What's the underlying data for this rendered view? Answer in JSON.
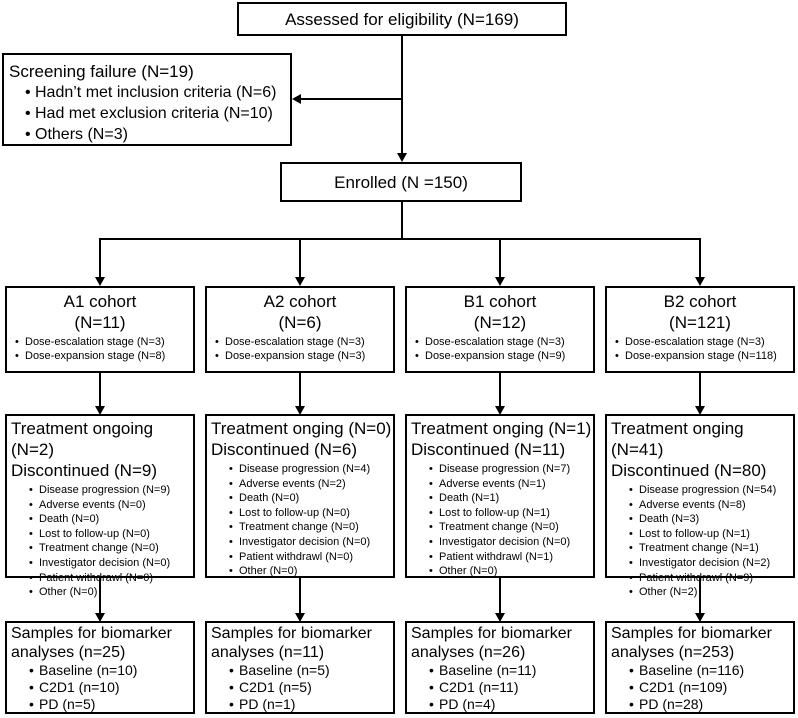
{
  "eligibility": "Assessed for eligibility (N=169)",
  "screening": {
    "title": "Screening failure (N=19)",
    "items": [
      "Hadn’t met inclusion criteria (N=6)",
      "Had met exclusion criteria (N=10)",
      "Others (N=3)"
    ]
  },
  "enrolled": "Enrolled (N =150)",
  "cohorts": [
    {
      "name": "A1 cohort",
      "n": "(N=11)",
      "stages": [
        "Dose-escalation stage (N=3)",
        "Dose-expansion stage (N=8)"
      ],
      "ongoing": "Treatment ongoing (N=2)",
      "discontinued": "Discontinued (N=9)",
      "reasons": [
        "Disease progression (N=9)",
        "Adverse events (N=0)",
        "Death (N=0)",
        "Lost to follow-up (N=0)",
        "Treatment change  (N=0)",
        "Investigator decision (N=0)",
        "Patient withdrawl (N=0)",
        "Other (N=0)"
      ],
      "samples_line1": "Samples for biomarker",
      "samples_line2": "analyses (n=25)",
      "samples": [
        "Baseline (n=10)",
        "C2D1 (n=10)",
        "PD (n=5)"
      ]
    },
    {
      "name": "A2 cohort",
      "n": "(N=6)",
      "stages": [
        "Dose-escalation stage (N=3)",
        "Dose-expansion stage (N=3)"
      ],
      "ongoing": "Treatment onging (N=0)",
      "discontinued": "Discontinued (N=6)",
      "reasons": [
        "Disease progression (N=4)",
        "Adverse events (N=2)",
        "Death (N=0)",
        "Lost to follow-up (N=0)",
        "Treatment change  (N=0)",
        "Investigator decision (N=0)",
        "Patient withdrawl (N=0)",
        "Other (N=0)"
      ],
      "samples_line1": "Samples for biomarker",
      "samples_line2": "analyses (n=11)",
      "samples": [
        "Baseline (n=5)",
        "C2D1 (n=5)",
        "PD (n=1)"
      ]
    },
    {
      "name": "B1 cohort",
      "n": "(N=12)",
      "stages": [
        "Dose-escalation stage (N=3)",
        "Dose-expansion stage (N=9)"
      ],
      "ongoing": "Treatment onging (N=1)",
      "discontinued": "Discontinued (N=11)",
      "reasons": [
        "Disease progression (N=7)",
        "Adverse events (N=1)",
        "Death (N=1)",
        "Lost to follow-up (N=1)",
        "Treatment change  (N=0)",
        "Investigator decision (N=0)",
        "Patient withdrawl (N=1)",
        "Other (N=0)"
      ],
      "samples_line1": "Samples for biomarker",
      "samples_line2": "analyses (n=26)",
      "samples": [
        "Baseline (n=11)",
        "C2D1 (n=11)",
        "PD (n=4)"
      ]
    },
    {
      "name": "B2 cohort",
      "n": "(N=121)",
      "stages": [
        "Dose-escalation stage (N=3)",
        "Dose-expansion stage (N=118)"
      ],
      "ongoing": "Treatment onging (N=41)",
      "discontinued": "Discontinued (N=80)",
      "reasons": [
        "Disease progression (N=54)",
        "Adverse events (N=8)",
        "Death (N=3)",
        "Lost to follow-up (N=1)",
        "Treatment change  (N=1)",
        "Investigator decision (N=2)",
        "Patient withdrawl (N=9)",
        "Other (N=2)"
      ],
      "samples_line1": "Samples for biomarker",
      "samples_line2": "analyses (n=253)",
      "samples": [
        "Baseline (n=116)",
        "C2D1 (n=109)",
        "PD (n=28)"
      ]
    }
  ]
}
